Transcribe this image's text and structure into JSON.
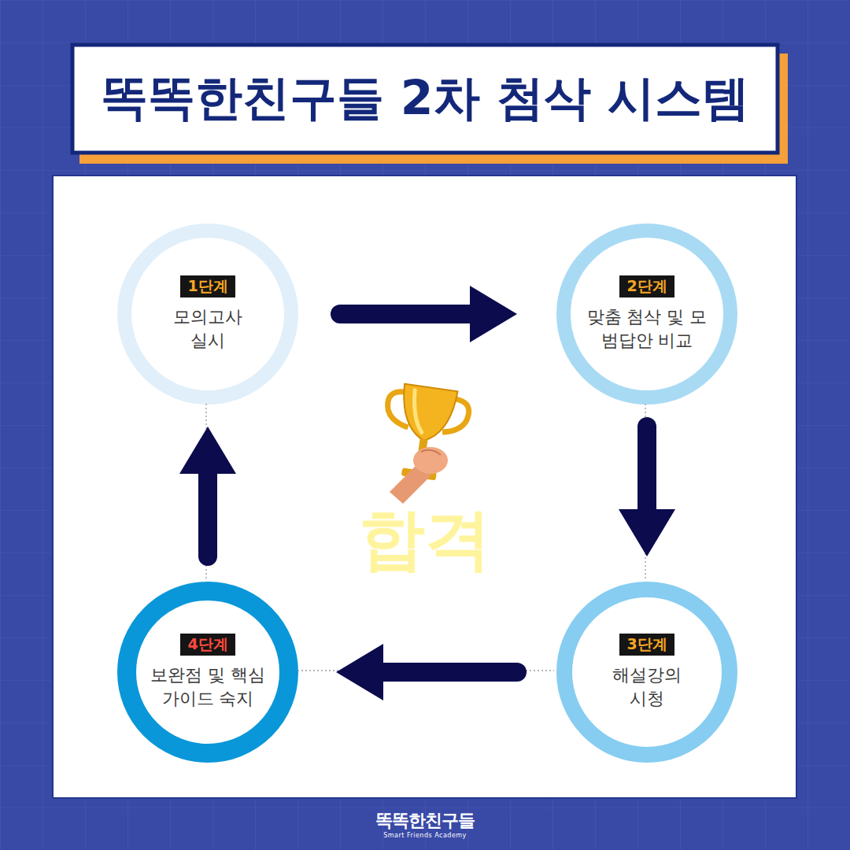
{
  "diagram": {
    "title": "똑똑한친구들 2차 첨삭 시스템",
    "nodes": [
      {
        "text": [
          "합격"
        ]
      },
      {
        "text": [
          "1단계",
          "모의고사 실시"
        ],
        "in": 0
      },
      {
        "text": [
          "2단계",
          "맞춤 첨삭 및 모범답안 비교"
        ],
        "in": 0
      },
      {
        "text": [
          "3단계",
          "해설강의 시청"
        ],
        "in": 0
      },
      {
        "text": [
          "4단계",
          "보완점 및 핵심 가이드 숙지"
        ],
        "in": 0
      }
    ],
    "edges": [
      {
        "from": 1,
        "to": 2,
        "arrow": "to"
      },
      {
        "from": 2,
        "to": 3,
        "arrow": "to"
      },
      {
        "from": 3,
        "to": 4,
        "arrow": "to"
      },
      {
        "from": 4,
        "to": 1,
        "arrow": "to"
      }
    ],
    "labels": [
      "똑똑한친구들",
      "Smart Friends Academy"
    ]
  }
}
